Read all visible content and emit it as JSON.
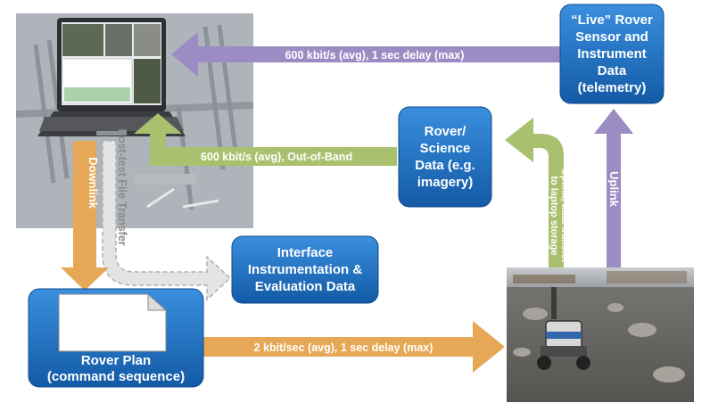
{
  "boxes": {
    "live_telemetry": "“Live” Rover\nSensor and\nInstrument\nData\n(telemetry)",
    "science_data": "Rover/\nScience\nData (e.g.\nimagery)",
    "interface_data": "Interface\nInstrumentation &\nEvaluation Data",
    "rover_plan": "Rover Plan\n(command sequence)"
  },
  "arrows": {
    "telemetry_link": "600 kbit/s (avg), 1 sec delay (max)",
    "science_link": "600 kbit/s (avg), Out-of-Band",
    "command_link": "2 kbit/sec (avg), 1 sec delay (max)",
    "downlink": "Downlink",
    "uplink": "Uplink",
    "post_test": "Post-test File Transfer",
    "uplink_storage": "Uplink, data transfer\nto laptop storage"
  },
  "colors": {
    "box_blue": "#1f6fbf",
    "purple_arrow": "#9b8cc4",
    "green_arrow": "#a9c16e",
    "orange_arrow": "#e6a857",
    "gray_arrow": "#d6d6d6"
  },
  "images": [
    "iss-station-photo",
    "laptop-photo",
    "rover-field-photo",
    "command-document-icon"
  ]
}
